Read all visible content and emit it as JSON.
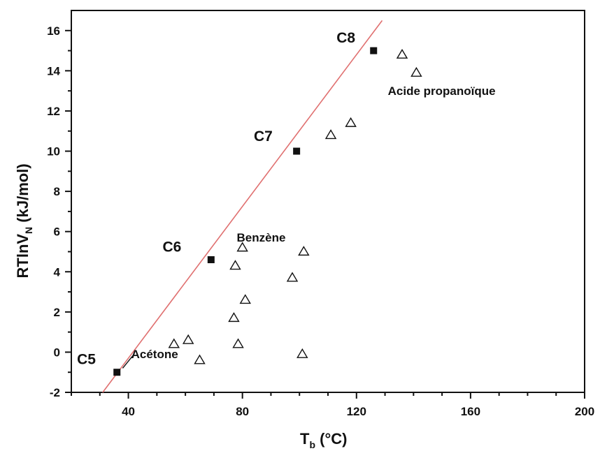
{
  "chart_data": {
    "type": "scatter",
    "xlabel": {
      "main": "T",
      "sub": "b",
      "unit": " (°C)"
    },
    "ylabel": {
      "main": "RTlnV",
      "sub": "N",
      "unit": " (kJ/mol)"
    },
    "xlim": [
      20,
      200
    ],
    "ylim": [
      -2,
      17
    ],
    "x_ticks": [
      40,
      80,
      120,
      160,
      200
    ],
    "y_ticks": [
      -2,
      0,
      2,
      4,
      6,
      8,
      10,
      12,
      14,
      16
    ],
    "grid": false,
    "series": [
      {
        "marker": "filled-square",
        "color": "#111111",
        "points": [
          {
            "x": 36,
            "y": -1.0
          },
          {
            "x": 69,
            "y": 4.6
          },
          {
            "x": 99,
            "y": 10.0
          },
          {
            "x": 126,
            "y": 15.0
          }
        ]
      },
      {
        "marker": "open-triangle",
        "color": "#111111",
        "points": [
          {
            "x": 56,
            "y": 0.4
          },
          {
            "x": 61,
            "y": 0.6
          },
          {
            "x": 65,
            "y": -0.4
          },
          {
            "x": 77,
            "y": 1.7
          },
          {
            "x": 77.5,
            "y": 4.3
          },
          {
            "x": 78.5,
            "y": 0.4
          },
          {
            "x": 80,
            "y": 5.2
          },
          {
            "x": 81,
            "y": 2.6
          },
          {
            "x": 97.5,
            "y": 3.7
          },
          {
            "x": 101,
            "y": -0.1
          },
          {
            "x": 101.5,
            "y": 5.0
          },
          {
            "x": 111,
            "y": 10.8
          },
          {
            "x": 118,
            "y": 11.4
          },
          {
            "x": 136,
            "y": 14.8
          },
          {
            "x": 141,
            "y": 13.9
          }
        ]
      }
    ],
    "fit_line": {
      "color": "#e07070",
      "x1": 31,
      "y1": -2,
      "x2": 129,
      "y2": 16.5
    },
    "annotations": [
      {
        "text": "C5",
        "x": 22,
        "y": -0.6,
        "anchor": "start",
        "size": 21
      },
      {
        "text": "C6",
        "x": 52,
        "y": 5.0,
        "anchor": "start",
        "size": 21
      },
      {
        "text": "C7",
        "x": 84,
        "y": 10.5,
        "anchor": "start",
        "size": 21
      },
      {
        "text": "C8",
        "x": 113,
        "y": 15.4,
        "anchor": "start",
        "size": 21
      },
      {
        "text": "Acétone",
        "x": 41,
        "y": -0.3,
        "anchor": "start",
        "size": 17
      },
      {
        "text": "Benzène",
        "x": 78,
        "y": 5.5,
        "anchor": "start",
        "size": 17
      },
      {
        "text": "Acide propanoïque",
        "x": 131,
        "y": 12.8,
        "anchor": "start",
        "size": 17
      }
    ],
    "connector": {
      "x1": 38,
      "y1": -0.8,
      "x2": 42,
      "y2": -0.1,
      "color": "#111111"
    }
  }
}
